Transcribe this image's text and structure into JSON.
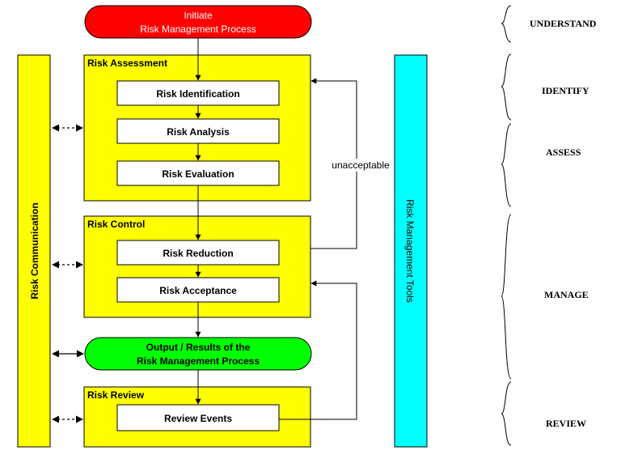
{
  "start": {
    "line1": "Initiate",
    "line2": "Risk Management Process"
  },
  "assessment": {
    "title": "Risk Assessment",
    "steps": [
      "Risk Identification",
      "Risk Analysis",
      "Risk Evaluation"
    ]
  },
  "control": {
    "title": "Risk Control",
    "steps": [
      "Risk Reduction",
      "Risk Acceptance"
    ]
  },
  "output": {
    "line1": "Output / Results of the",
    "line2": "Risk Management Process"
  },
  "review": {
    "title": "Risk Review",
    "steps": [
      "Review Events"
    ]
  },
  "side_left": "Risk Communication",
  "side_right": "Risk Management Tools",
  "loop_label": "unacceptable",
  "phases": [
    "UNDERSTAND",
    "IDENTIFY",
    "ASSESS",
    "MANAGE",
    "REVIEW"
  ],
  "colors": {
    "start_fill": "#ff0000",
    "group_fill": "#ffff00",
    "output_fill": "#00ff00",
    "tools_fill": "#00ffff",
    "step_fill": "#ffffff"
  }
}
